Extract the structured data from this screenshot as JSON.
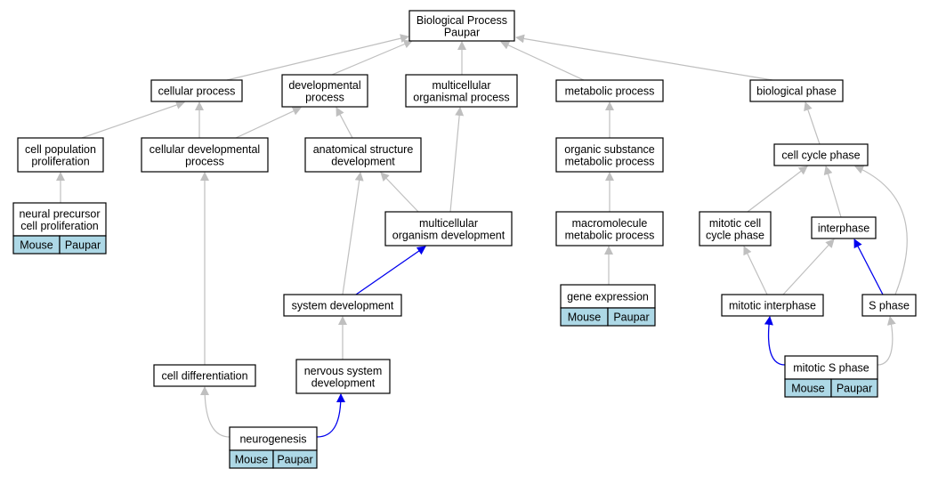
{
  "graph": {
    "colors": {
      "edge_default": "#bfbfbf",
      "edge_highlight": "#0000ee",
      "node_fill": "#ffffff",
      "node_stroke": "#000000",
      "tag_fill": "#add8e6"
    },
    "nodes": [
      {
        "id": "biological-process",
        "lines": [
          "Biological Process",
          "Paupar"
        ],
        "tags": []
      },
      {
        "id": "cellular-process",
        "lines": [
          "cellular process"
        ],
        "tags": []
      },
      {
        "id": "developmental-process",
        "lines": [
          "developmental",
          "process"
        ],
        "tags": []
      },
      {
        "id": "multicellular-organismal-process",
        "lines": [
          "multicellular",
          "organismal process"
        ],
        "tags": []
      },
      {
        "id": "metabolic-process",
        "lines": [
          "metabolic process"
        ],
        "tags": []
      },
      {
        "id": "biological-phase",
        "lines": [
          "biological phase"
        ],
        "tags": []
      },
      {
        "id": "cell-population-proliferation",
        "lines": [
          "cell population",
          "proliferation"
        ],
        "tags": []
      },
      {
        "id": "cellular-developmental-process",
        "lines": [
          "cellular developmental",
          "process"
        ],
        "tags": []
      },
      {
        "id": "anatomical-structure-development",
        "lines": [
          "anatomical structure",
          "development"
        ],
        "tags": []
      },
      {
        "id": "organic-substance-metabolic-process",
        "lines": [
          "organic substance",
          "metabolic process"
        ],
        "tags": []
      },
      {
        "id": "cell-cycle-phase",
        "lines": [
          "cell cycle phase"
        ],
        "tags": []
      },
      {
        "id": "neural-precursor-cell-proliferation",
        "lines": [
          "neural precursor",
          "cell proliferation"
        ],
        "tags": [
          "Mouse",
          "Paupar"
        ]
      },
      {
        "id": "multicellular-organism-development",
        "lines": [
          "multicellular",
          "organism development"
        ],
        "tags": []
      },
      {
        "id": "macromolecule-metabolic-process",
        "lines": [
          "macromolecule",
          "metabolic process"
        ],
        "tags": []
      },
      {
        "id": "mitotic-cell-cycle-phase",
        "lines": [
          "mitotic cell",
          "cycle phase"
        ],
        "tags": []
      },
      {
        "id": "interphase",
        "lines": [
          "interphase"
        ],
        "tags": []
      },
      {
        "id": "system-development",
        "lines": [
          "system development"
        ],
        "tags": []
      },
      {
        "id": "gene-expression",
        "lines": [
          "gene expression"
        ],
        "tags": [
          "Mouse",
          "Paupar"
        ]
      },
      {
        "id": "mitotic-interphase",
        "lines": [
          "mitotic interphase"
        ],
        "tags": []
      },
      {
        "id": "s-phase",
        "lines": [
          "S phase"
        ],
        "tags": []
      },
      {
        "id": "cell-differentiation",
        "lines": [
          "cell differentiation"
        ],
        "tags": []
      },
      {
        "id": "nervous-system-development",
        "lines": [
          "nervous system",
          "development"
        ],
        "tags": []
      },
      {
        "id": "mitotic-s-phase",
        "lines": [
          "mitotic S phase"
        ],
        "tags": [
          "Mouse",
          "Paupar"
        ]
      },
      {
        "id": "neurogenesis",
        "lines": [
          "neurogenesis"
        ],
        "tags": [
          "Mouse",
          "Paupar"
        ]
      }
    ],
    "edges": [
      {
        "from": "cellular-process",
        "to": "biological-process",
        "highlight": false
      },
      {
        "from": "developmental-process",
        "to": "biological-process",
        "highlight": false
      },
      {
        "from": "multicellular-organismal-process",
        "to": "biological-process",
        "highlight": false
      },
      {
        "from": "metabolic-process",
        "to": "biological-process",
        "highlight": false
      },
      {
        "from": "biological-phase",
        "to": "biological-process",
        "highlight": false
      },
      {
        "from": "cell-population-proliferation",
        "to": "cellular-process",
        "highlight": false
      },
      {
        "from": "cellular-developmental-process",
        "to": "cellular-process",
        "highlight": false
      },
      {
        "from": "cellular-developmental-process",
        "to": "developmental-process",
        "highlight": false
      },
      {
        "from": "anatomical-structure-development",
        "to": "developmental-process",
        "highlight": false
      },
      {
        "from": "organic-substance-metabolic-process",
        "to": "metabolic-process",
        "highlight": false
      },
      {
        "from": "cell-cycle-phase",
        "to": "biological-phase",
        "highlight": false
      },
      {
        "from": "neural-precursor-cell-proliferation",
        "to": "cell-population-proliferation",
        "highlight": false
      },
      {
        "from": "multicellular-organism-development",
        "to": "anatomical-structure-development",
        "highlight": false
      },
      {
        "from": "multicellular-organism-development",
        "to": "multicellular-organismal-process",
        "highlight": false
      },
      {
        "from": "macromolecule-metabolic-process",
        "to": "organic-substance-metabolic-process",
        "highlight": false
      },
      {
        "from": "mitotic-cell-cycle-phase",
        "to": "cell-cycle-phase",
        "highlight": false
      },
      {
        "from": "interphase",
        "to": "cell-cycle-phase",
        "highlight": false
      },
      {
        "from": "s-phase",
        "to": "cell-cycle-phase",
        "highlight": false
      },
      {
        "from": "system-development",
        "to": "anatomical-structure-development",
        "highlight": false
      },
      {
        "from": "system-development",
        "to": "multicellular-organism-development",
        "highlight": true
      },
      {
        "from": "gene-expression",
        "to": "macromolecule-metabolic-process",
        "highlight": false
      },
      {
        "from": "mitotic-interphase",
        "to": "mitotic-cell-cycle-phase",
        "highlight": false
      },
      {
        "from": "mitotic-interphase",
        "to": "interphase",
        "highlight": false
      },
      {
        "from": "s-phase",
        "to": "interphase",
        "highlight": true
      },
      {
        "from": "cell-differentiation",
        "to": "cellular-developmental-process",
        "highlight": false
      },
      {
        "from": "nervous-system-development",
        "to": "system-development",
        "highlight": false
      },
      {
        "from": "mitotic-s-phase",
        "to": "mitotic-interphase",
        "highlight": true
      },
      {
        "from": "mitotic-s-phase",
        "to": "s-phase",
        "highlight": false
      },
      {
        "from": "neurogenesis",
        "to": "cell-differentiation",
        "highlight": false
      },
      {
        "from": "neurogenesis",
        "to": "nervous-system-development",
        "highlight": true
      }
    ]
  }
}
